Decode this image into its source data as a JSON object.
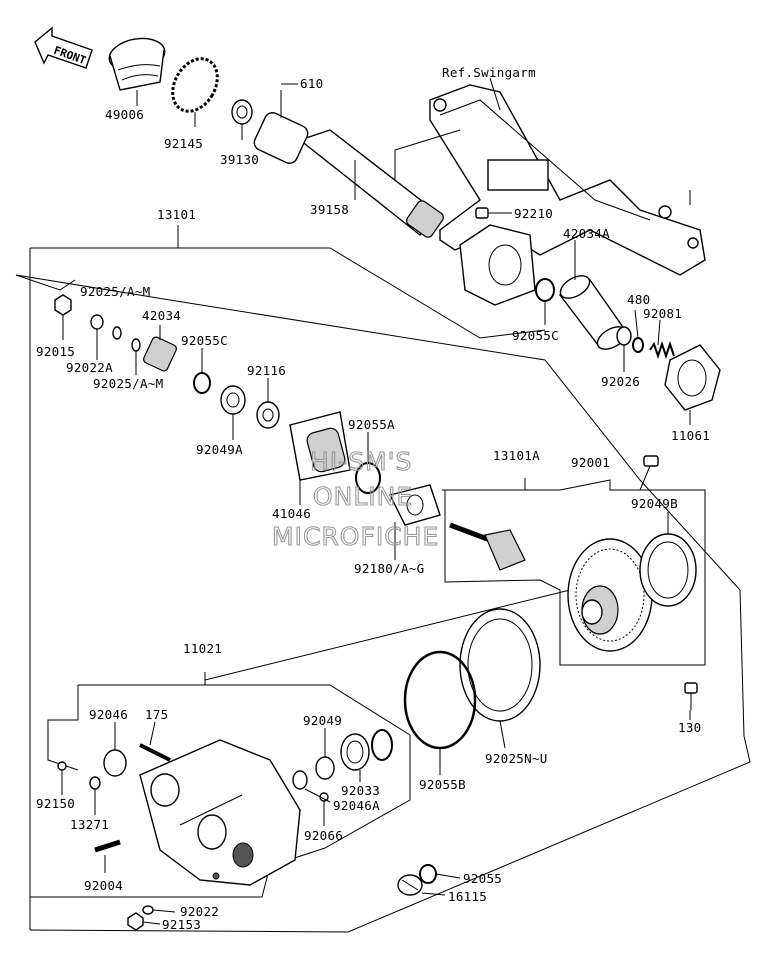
{
  "front_label": "FRONT",
  "reference_label": "Ref.Swingarm",
  "watermark": [
    "HI-SM'S",
    "ONLINE",
    "MICROFICHE"
  ],
  "part_labels": {
    "p49006": "49006",
    "p92145": "92145",
    "p610": "610",
    "p39130": "39130",
    "p39158": "39158",
    "p92210": "92210",
    "p13101": "13101",
    "p42034A": "42034A",
    "p480": "480",
    "p92081": "92081",
    "p92055C_r": "92055C",
    "p92026": "92026",
    "p11061": "11061",
    "p92025AM_top": "92025/A~M",
    "p92015": "92015",
    "p92022A": "92022A",
    "p92025AM_bot": "92025/A~M",
    "p42034": "42034",
    "p92055C_l": "92055C",
    "p92116": "92116",
    "p92049A": "92049A",
    "p92055A": "92055A",
    "p41046": "41046",
    "p92180": "92180/A~G",
    "p13101A": "13101A",
    "p92001": "92001",
    "p92049B": "92049B",
    "p11021": "11021",
    "p92046": "92046",
    "p175": "175",
    "p92049": "92049",
    "p92033": "92033",
    "p92046A": "92046A",
    "p92066": "92066",
    "p92150": "92150",
    "p13271": "13271",
    "p92004": "92004",
    "p92022": "92022",
    "p92153": "92153",
    "p92055B": "92055B",
    "p92025NU": "92025N~U",
    "p130": "130",
    "p92055": "92055",
    "p16115": "16115"
  }
}
